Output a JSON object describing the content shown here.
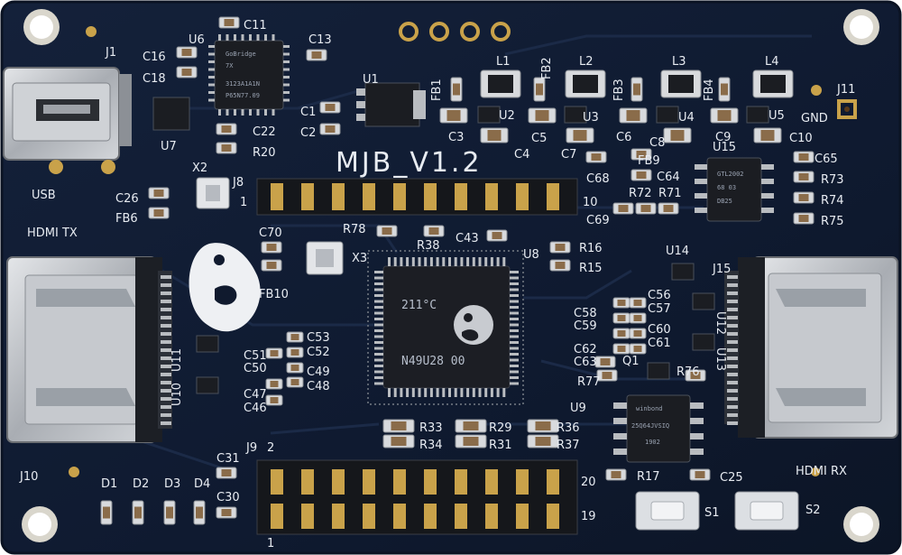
{
  "board": {
    "title": "MJB_V1.2",
    "colors": {
      "pcb": "#101a2e",
      "pcb_edge": "#0a1222",
      "silk": "#e8ecf2",
      "pad": "#c9a24a",
      "metal": "#b9bcc0",
      "chip": "#1b1d22"
    }
  },
  "connectors": {
    "usb": {
      "ref": "J1",
      "label": "USB"
    },
    "hdmi_tx": {
      "ref": "J10",
      "label": "HDMI TX"
    },
    "hdmi_rx": {
      "ref": "J15",
      "label": "HDMI RX"
    },
    "header_top": {
      "ref": "J8",
      "pin_start": "1",
      "pin_end": "10"
    },
    "header_bottom": {
      "ref": "J9",
      "pin_start": "1",
      "pin_second": "2",
      "pin_end": "20",
      "pin_end_odd": "19"
    },
    "gnd": {
      "ref": "J11",
      "label": "GND"
    }
  },
  "chips": {
    "main_mcu": {
      "ref": "U8",
      "mark_line1": "211°C",
      "mark_line2": "N49U28 00"
    },
    "usb_bridge": {
      "ref": "U6",
      "mark_line1": "GoBridge",
      "mark_line2": "7X",
      "mark_line3": "3123A1A1N",
      "mark_line4": "P65N77.09"
    },
    "flash": {
      "ref": "U15",
      "mark_line1": "GTL2002",
      "mark_line2": "68 03",
      "mark_line3": "DB25"
    },
    "winbond": {
      "ref": "U9",
      "mark_line1": "winbond",
      "mark_line2": "25Q64JVSIQ",
      "mark_line3": "1902"
    }
  },
  "labels": {
    "U1": "U1",
    "U2": "U2",
    "U3": "U3",
    "U4": "U4",
    "U5": "U5",
    "U7": "U7",
    "U10": "U10",
    "U11": "U11",
    "U12": "U12",
    "U13": "U13",
    "U14": "U14",
    "L1": "L1",
    "L2": "L2",
    "L3": "L3",
    "L4": "L4",
    "FB1": "FB1",
    "FB2": "FB2",
    "FB3": "FB3",
    "FB4": "FB4",
    "FB6": "FB6",
    "FB9": "FB9",
    "FB10": "FB10",
    "X2": "X2",
    "X3": "X3",
    "C1": "C1",
    "C2": "C2",
    "C3": "C3",
    "C4": "C4",
    "C5": "C5",
    "C6": "C6",
    "C7": "C7",
    "C8": "C8",
    "C9": "C9",
    "C10": "C10",
    "C11": "C11",
    "C13": "C13",
    "C16": "C16",
    "C18": "C18",
    "C22": "C22",
    "C25": "C25",
    "C26": "C26",
    "C30": "C30",
    "C31": "C31",
    "C43": "C43",
    "C46": "C46",
    "C47": "C47",
    "C48": "C48",
    "C49": "C49",
    "C50": "C50",
    "C51": "C51",
    "C52": "C52",
    "C53": "C53",
    "C56": "C56",
    "C57": "C57",
    "C58": "C58",
    "C59": "C59",
    "C60": "C60",
    "C61": "C61",
    "C62": "C62",
    "C63": "C63",
    "C64": "C64",
    "C65": "C65",
    "C68": "C68",
    "C69": "C69",
    "C70": "C70",
    "R15": "R15",
    "R16": "R16",
    "R17": "R17",
    "R20": "R20",
    "R29": "R29",
    "R31": "R31",
    "R33": "R33",
    "R34": "R34",
    "R36": "R36",
    "R37": "R37",
    "R38": "R38",
    "R71": "R71",
    "R72": "R72",
    "R73": "R73",
    "R74": "R74",
    "R75": "R75",
    "R76": "R76",
    "R77": "R77",
    "R78": "R78",
    "Q1": "Q1",
    "D1": "D1",
    "D2": "D2",
    "D3": "D3",
    "D4": "D4",
    "S1": "S1",
    "S2": "S2"
  }
}
